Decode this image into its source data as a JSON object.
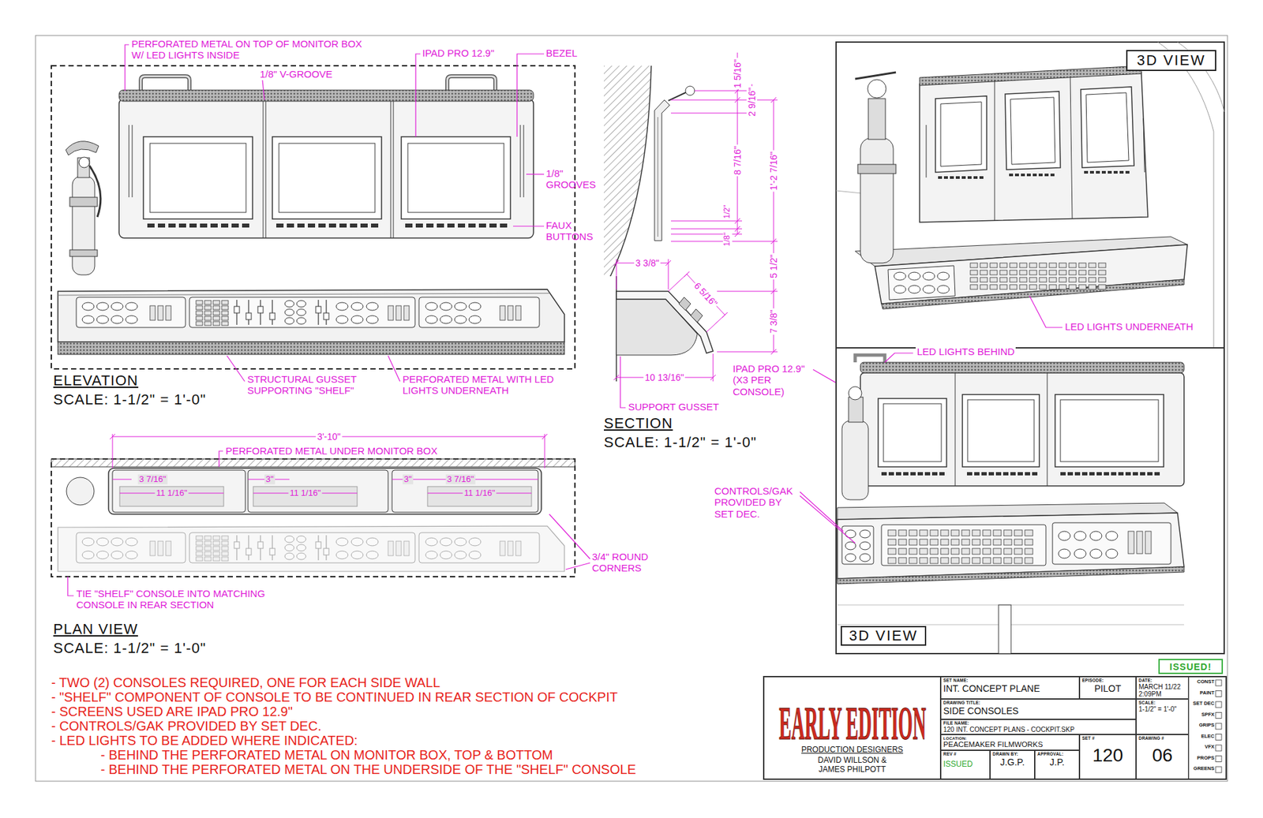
{
  "diagram": {
    "nodes": [
      {
        "text": [
          "3D VIEW"
        ]
      },
      {
        "text": [
          "3D VIEW"
        ]
      },
      {
        "text": [
          "ISSUED!"
        ]
      },
      {
        "text": [
          "EARLY EDITION",
          "PRODUCTION DESIGNERS",
          "DAVID WILLSON & JAMES PHILPOTT"
        ]
      },
      {
        "text": [
          "SET NAME:",
          "INT. CONCEPT PLANE"
        ]
      },
      {
        "text": [
          "EPISODE:",
          "PILOT"
        ]
      },
      {
        "text": [
          "DATE:",
          "MARCH 11/22 2:09PM"
        ]
      },
      {
        "text": [
          "DRAWING TITLE:",
          "SIDE CONSOLES"
        ]
      },
      {
        "text": [
          "SCALE:",
          "1-1/2\" = 1'-0\""
        ]
      },
      {
        "text": [
          "FILE NAME:",
          "120 INT. CONCEPT PLANS - COCKPIT.SKP"
        ]
      },
      {
        "text": [
          "LOCATION:",
          "PEACEMAKER FILMWORKS"
        ]
      },
      {
        "text": [
          "SET #",
          "120"
        ]
      },
      {
        "text": [
          "DRAWING #",
          "06"
        ]
      },
      {
        "text": [
          "REV #",
          "ISSUED"
        ]
      },
      {
        "text": [
          "DRAWN BY:",
          "J.G.P."
        ]
      },
      {
        "text": [
          "APPROVAL:",
          "J.P."
        ]
      }
    ],
    "labels": [
      "PERFORATED METAL ON TOP OF MONITOR BOX W/ LED LIGHTS INSIDE",
      "1/8\" V-GROOVE",
      "IPAD PRO 12.9\"",
      "BEZEL",
      "1/8\" GROOVES",
      "FAUX BUTTONS",
      "STRUCTURAL GUSSET SUPPORTING \"SHELF\"",
      "PERFORATED METAL WITH LED LIGHTS UNDERNEATH",
      "ELEVATION",
      "SCALE: 1-1/2\" = 1'-0\"",
      "1 5/16\"",
      "2 9/16\"",
      "8 7/16\"",
      "1'-2 7/16\"",
      "1/2\"",
      "1/8\"",
      "5 1/2\"",
      "7 3/8\"",
      "3 3/8\"",
      "6 5/16\"",
      "10 13/16\"",
      "IPAD PRO 12.9\" (X3 PER CONSOLE)",
      "SUPPORT GUSSET",
      "SECTION",
      "SCALE: 1-1/2\" = 1'-0\"",
      "3'-10\"",
      "PERFORATED METAL UNDER MONITOR BOX",
      "3 7/16\"",
      "11 1/16\"",
      "3\"",
      "11 1/16\"",
      "3\"",
      "3 7/16\"",
      "11 1/16\"",
      "3/4\" ROUND CORNERS",
      "TIE \"SHELF\" CONSOLE INTO MATCHING CONSOLE IN REAR SECTION",
      "PLAN VIEW",
      "SCALE: 1-1/2\" = 1'-0\"",
      "LED LIGHTS UNDERNEATH",
      "LED LIGHTS BEHIND",
      "CONTROLS/GAK PROVIDED BY SET DEC.",
      "- TWO (2) CONSOLES REQUIRED, ONE FOR EACH SIDE WALL",
      "- \"SHELF\" COMPONENT OF CONSOLE TO BE CONTINUED IN REAR SECTION OF COCKPIT",
      "- SCREENS USED ARE IPAD PRO 12.9\"",
      "- CONTROLS/GAK PROVIDED BY SET DEC.",
      "- LED LIGHTS TO BE ADDED WHERE INDICATED:",
      "- BEHIND THE PERFORATED METAL ON MONITOR BOX, TOP & BOTTOM",
      "- BEHIND THE PERFORATED METAL ON THE UNDERSIDE OF THE \"SHELF\" CONSOLE",
      "CONST",
      "PAINT",
      "SET DEC",
      "SPFX",
      "GRIPS",
      "ELEC",
      "VFX",
      "PROPS",
      "GREENS"
    ]
  }
}
